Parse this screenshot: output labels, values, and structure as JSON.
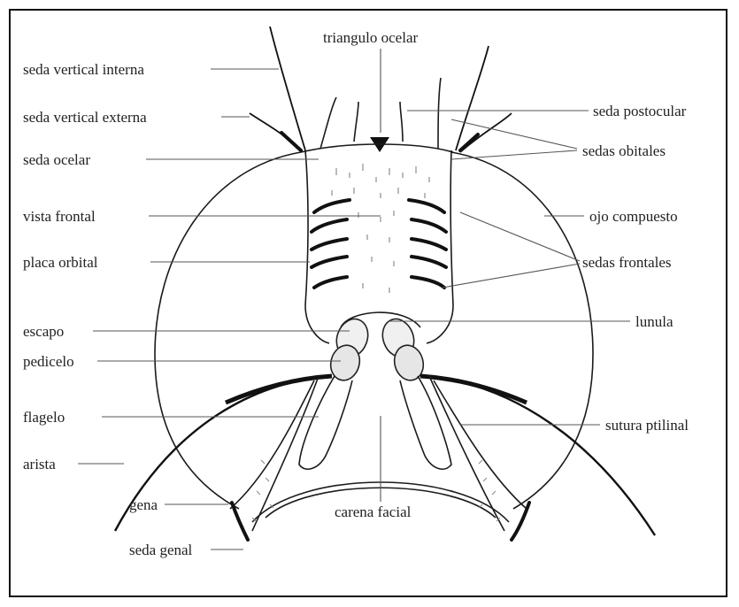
{
  "labels": {
    "triangulo_ocelar": "triangulo ocelar",
    "seda_vertical_interna": "seda vertical interna",
    "seda_vertical_externa": "seda vertical externa",
    "seda_ocelar": "seda ocelar",
    "vista_frontal": "vista frontal",
    "placa_orbital": "placa orbital",
    "escapo": "escapo",
    "pedicelo": "pedicelo",
    "flagelo": "flagelo",
    "arista": "arista",
    "gena": "gena",
    "seda_genal": "seda genal",
    "seda_postocular": "seda postocular",
    "sedas_orbitales": "sedas obitales",
    "ojo_compuesto": "ojo compuesto",
    "sedas_frontales": "sedas frontales",
    "lunula": "lunula",
    "sutura_ptilinal": "sutura ptilinal",
    "carena_facial": "carena facial"
  }
}
